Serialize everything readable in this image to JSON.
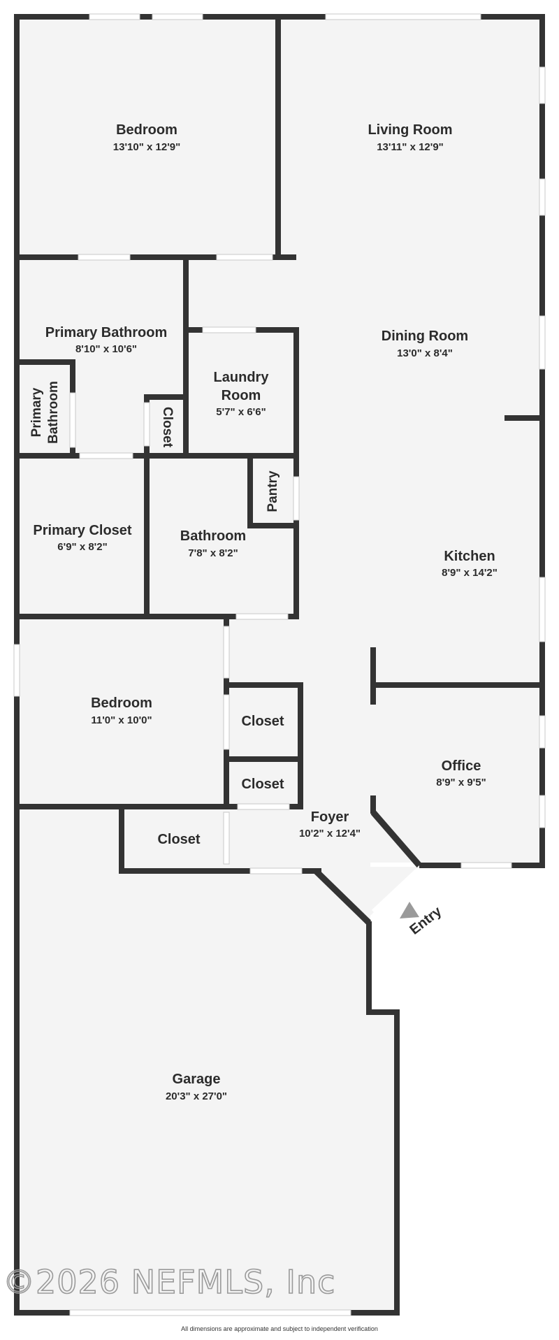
{
  "rooms": {
    "bedroom1": {
      "name": "Bedroom",
      "dims": "13'10\" x 12'9\""
    },
    "living": {
      "name": "Living Room",
      "dims": "13'11\" x 12'9\""
    },
    "primary_bath": {
      "name": "Primary Bathroom",
      "dims": "8'10\" x 10'6\""
    },
    "primary_bath_small": {
      "line1": "Primary",
      "line2": "Bathroom"
    },
    "dining": {
      "name": "Dining Room",
      "dims": "13'0\" x 8'4\""
    },
    "laundry": {
      "line1": "Laundry",
      "line2": "Room",
      "dims": "5'7\" x 6'6\""
    },
    "closet_vertical": {
      "name": "Closet"
    },
    "pantry": {
      "name": "Pantry"
    },
    "primary_closet": {
      "name": "Primary Closet",
      "dims": "6'9\" x 8'2\""
    },
    "bathroom": {
      "name": "Bathroom",
      "dims": "7'8\" x 8'2\""
    },
    "kitchen": {
      "name": "Kitchen",
      "dims": "8'9\" x 14'2\""
    },
    "bedroom2": {
      "name": "Bedroom",
      "dims": "11'0\" x 10'0\""
    },
    "closet_a": {
      "name": "Closet"
    },
    "closet_b": {
      "name": "Closet"
    },
    "office": {
      "name": "Office",
      "dims": "8'9\" x 9'5\""
    },
    "foyer": {
      "name": "Foyer",
      "dims": "10'2\" x 12'4\""
    },
    "closet_c": {
      "name": "Closet"
    },
    "garage": {
      "name": "Garage",
      "dims": "20'3\" x 27'0\""
    }
  },
  "entry_label": "Entry",
  "watermark": "©2026 NEFMLS, Inc",
  "footer_note": "All dimensions are approximate and subject to independent verification",
  "colors": {
    "wall": "#333333",
    "floor": "#f4f4f4",
    "window": "#ffffff",
    "entry_arrow": "#9a9a9a"
  }
}
